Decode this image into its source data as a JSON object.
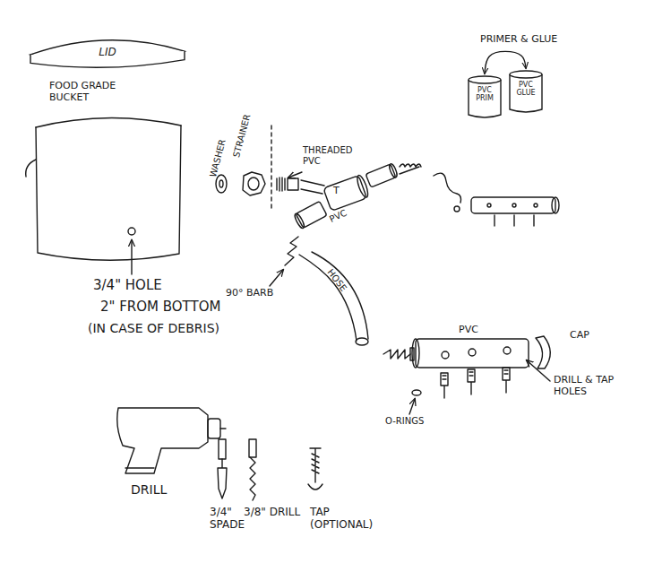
{
  "diagram": {
    "nodes": [
      {
        "text": [
          "LID"
        ]
      },
      {
        "text": [
          "PVC PRIM"
        ]
      },
      {
        "text": [
          "PVC GLUE"
        ]
      }
    ],
    "edges": [
      {
        "from": 1,
        "to": 2,
        "arrow": "both"
      }
    ],
    "labels": [
      "FOOD GRADE BUCKET",
      "PRIMER & GLUE",
      "WASHER",
      "STRAINER",
      "THREADED PVC",
      "T",
      "PVC",
      "90° BARB",
      "HOSE",
      "PVC",
      "CAP",
      "DRILL & TAP HOLES",
      "O-RINGS",
      "3/4\" HOLE",
      "2\" FROM BOTTOM",
      "(IN CASE OF DEBRIS)",
      "DRILL",
      "3/4\" SPADE",
      "3/8\" DRILL",
      "TAP (OPTIONAL)"
    ]
  }
}
